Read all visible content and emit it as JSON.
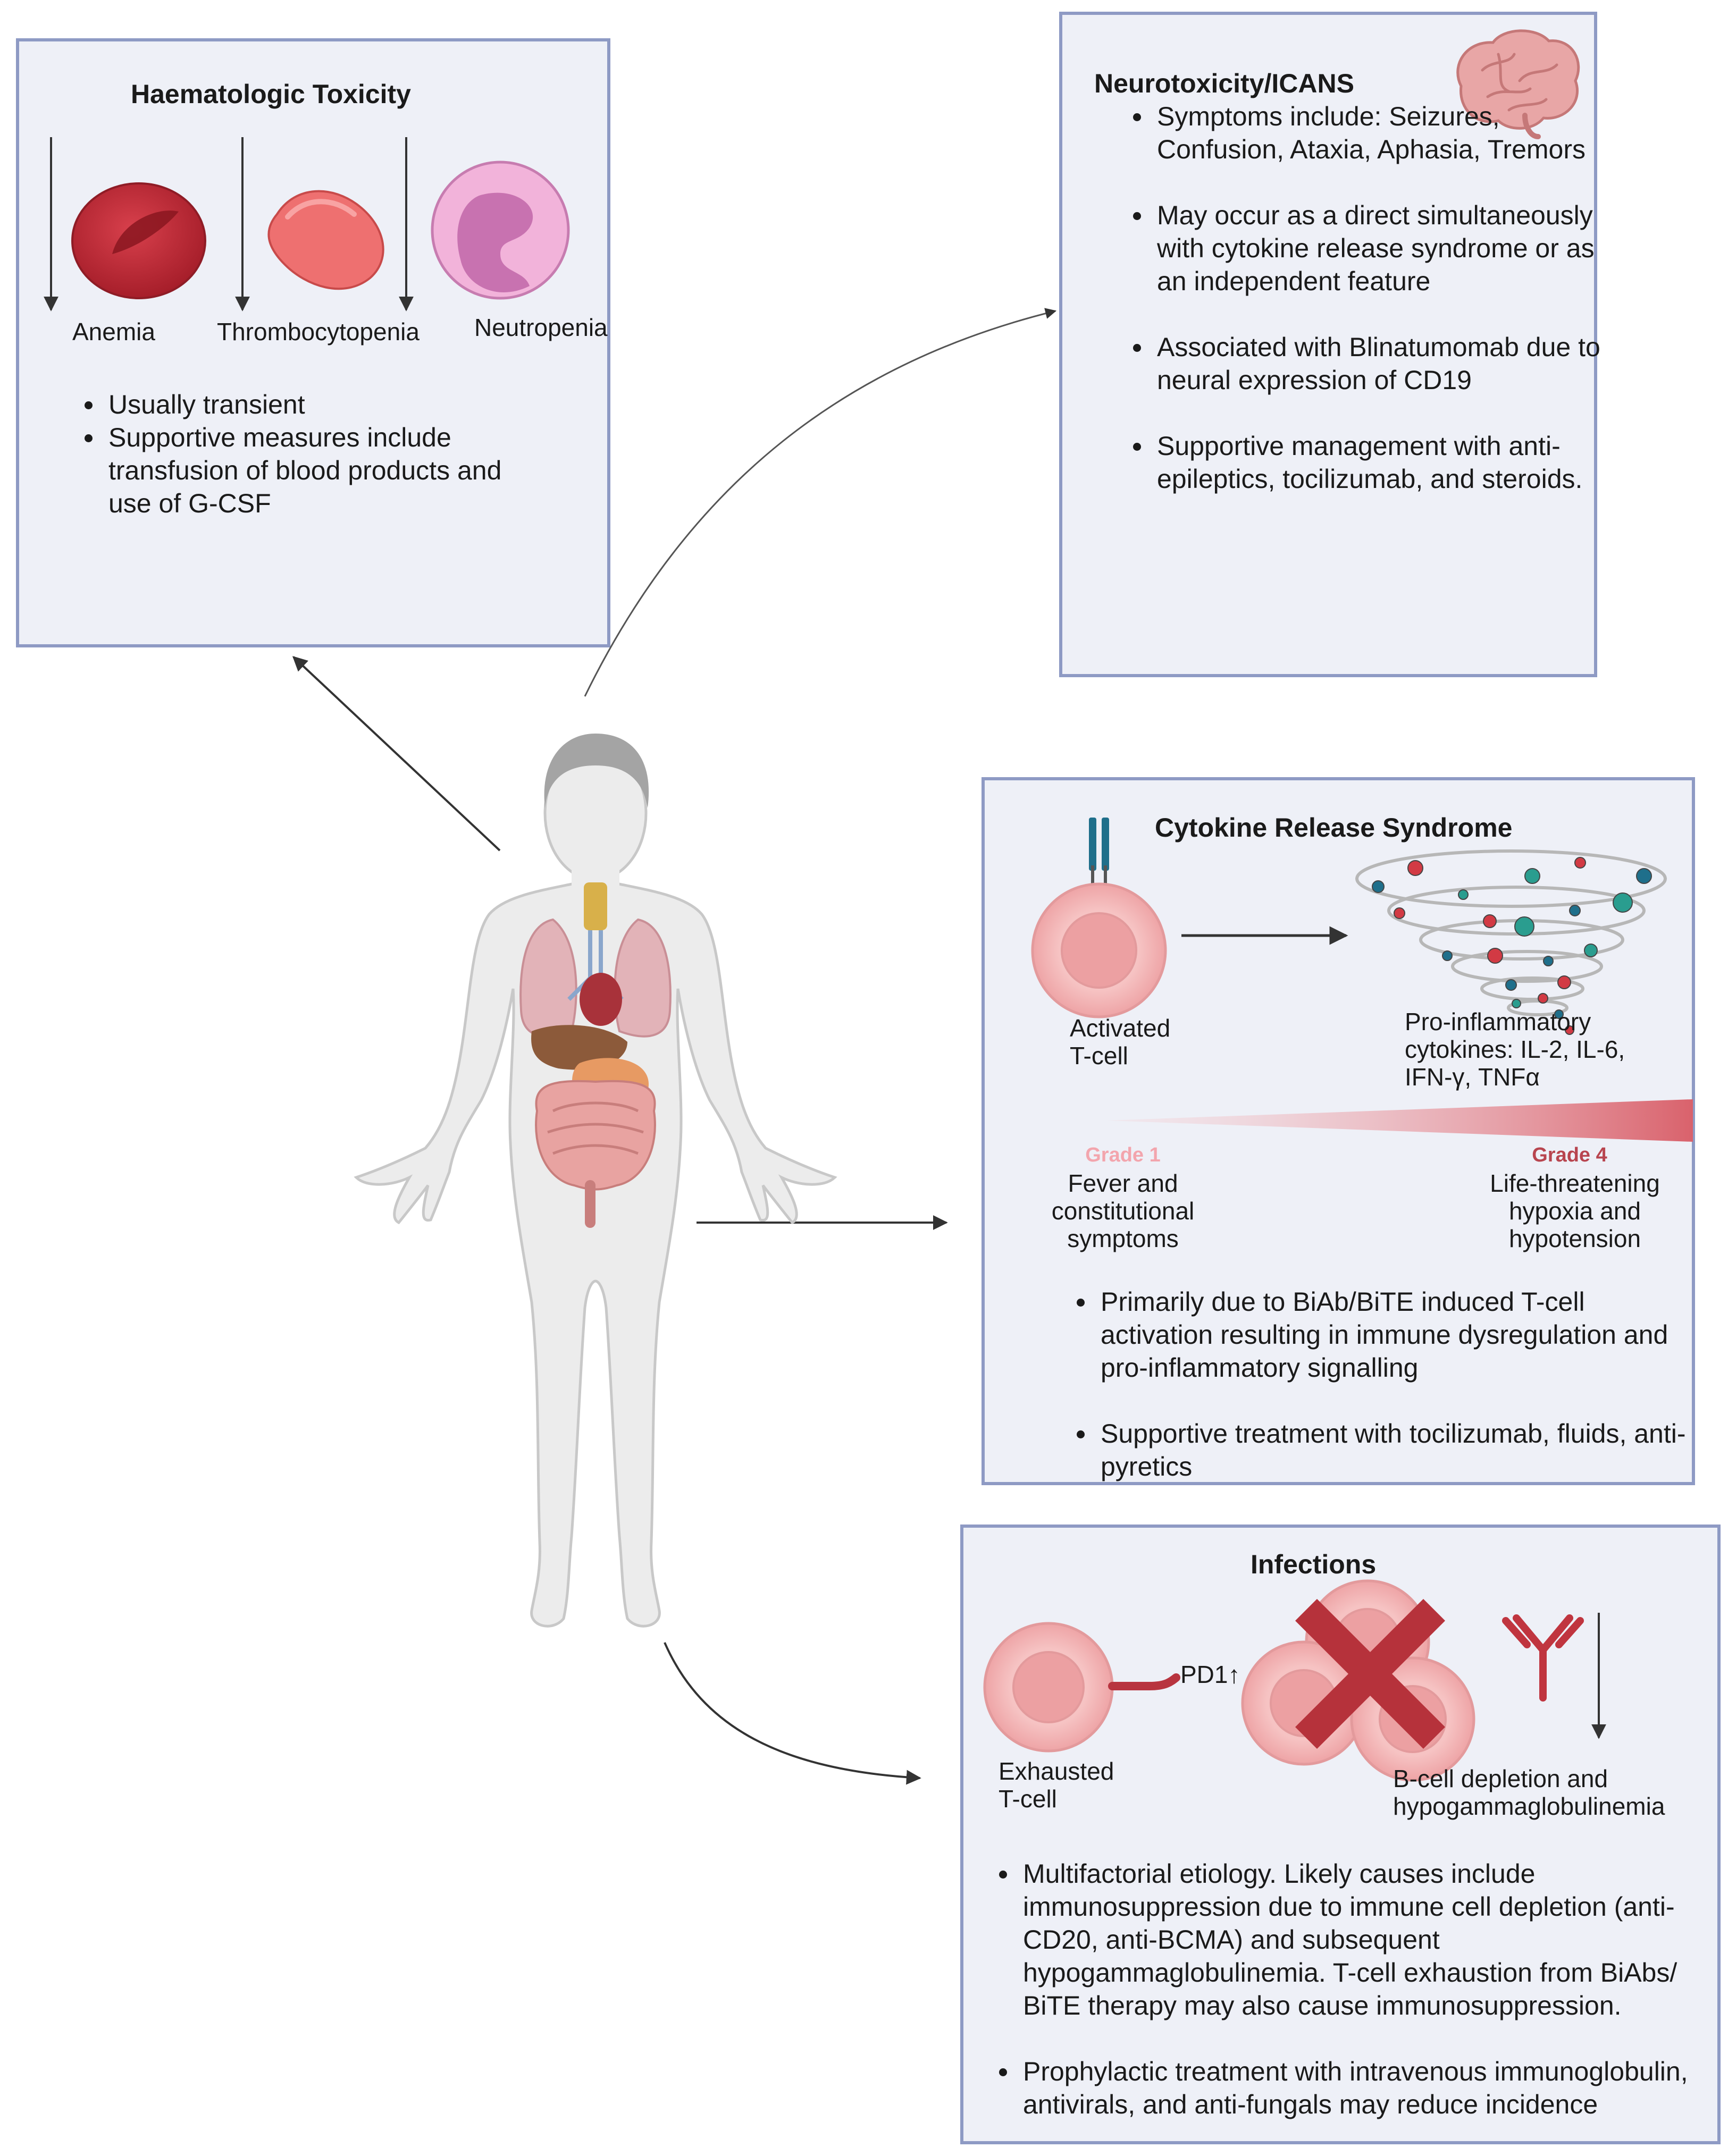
{
  "haem": {
    "title": "Haematologic Toxicity",
    "labels": {
      "anemia": "Anemia",
      "thrombo": "Thrombocytopenia",
      "neutro": "Neutropenia"
    },
    "bullets": [
      "Usually transient",
      "Supportive measures include transfusion of blood products and use of G-CSF"
    ]
  },
  "neuro": {
    "title": "Neurotoxicity/ICANS",
    "bullets": [
      "Symptoms include: Seizures, Confusion, Ataxia, Aphasia, Tremors",
      "May occur as a direct simultaneously with cytokine release syndrome or as an independent feature",
      "Associated with Blinatumomab due to neural expression of CD19",
      "Supportive management with anti-epileptics, tocilizumab, and steroids."
    ]
  },
  "crs": {
    "title": "Cytokine Release Syndrome",
    "tcell_label": "Activated T-cell",
    "cytokines_label": "Pro-inflammatory cytokines: IL-2, IL-6, IFN-γ, TNFα",
    "grade1": {
      "label": "Grade 1",
      "desc": "Fever and constitutional symptoms"
    },
    "grade4": {
      "label": "Grade 4",
      "desc": "Life-threatening hypoxia and hypotension"
    },
    "bullets": [
      "Primarily due to BiAb/BiTE induced T-cell activation resulting in immune dysregulation and pro-inflammatory signalling",
      "Supportive treatment with tocilizumab, fluids, anti-pyretics"
    ]
  },
  "inf": {
    "title": "Infections",
    "pd1_label": "PD1↑",
    "exhausted_label": "Exhausted T-cell",
    "bcell_label": "B-cell depletion and hypogammaglobulinemia",
    "bullets": [
      "Multifactorial etiology. Likely causes include immunosuppression due to immune cell depletion (anti-CD20, anti-BCMA) and subsequent hypogammaglobulinemia. T-cell exhaustion from BiAbs/ BiTE therapy may also cause immunosuppression.",
      "Prophylactic treatment with intravenous immunoglobulin, antivirals, and anti-fungals may reduce incidence"
    ]
  },
  "colors": {
    "panel_bg": "#eef0f7",
    "panel_border": "#8e9ac4",
    "grade1": "#f3a5ad",
    "grade4": "#b8454f",
    "rbc": "#c1303c",
    "cell_pink": "#f3b4b4"
  }
}
